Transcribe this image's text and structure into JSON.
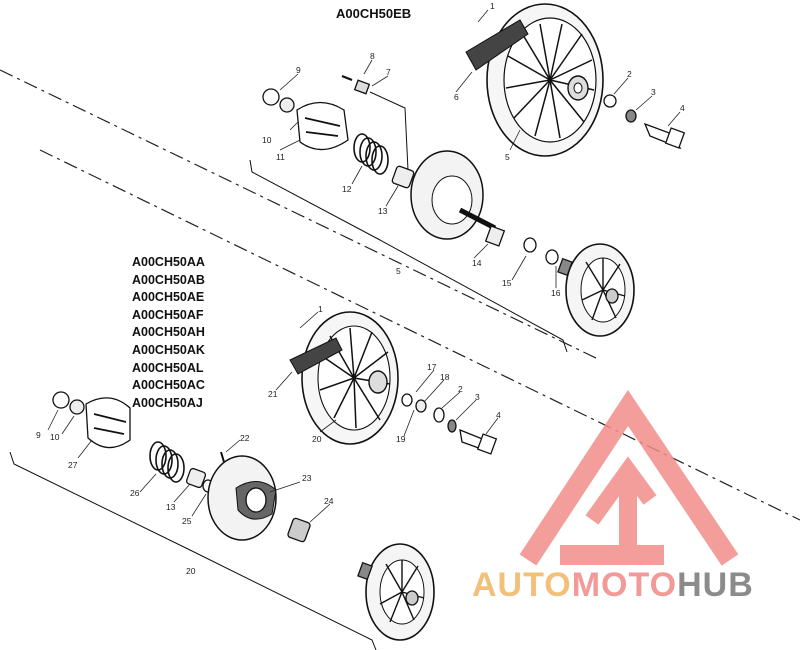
{
  "diagram": {
    "title": "A00CH50EB",
    "model_codes": [
      "A00CH50AA",
      "A00CH50AB",
      "A00CH50AE",
      "A00CH50AF",
      "A00CH50AH",
      "A00CH50AK",
      "A00CH50AL",
      "A00CH50AC",
      "A00CH50AJ"
    ],
    "upper_callouts": [
      "1",
      "2",
      "3",
      "4",
      "5",
      "6",
      "7",
      "8",
      "9",
      "10",
      "11",
      "12",
      "13",
      "14",
      "15",
      "16",
      "5"
    ],
    "lower_callouts": [
      "1",
      "17",
      "18",
      "2",
      "3",
      "4",
      "19",
      "20",
      "21",
      "9",
      "10",
      "27",
      "22",
      "23",
      "24",
      "26",
      "13",
      "25",
      "20"
    ],
    "group_label_upper": "5",
    "group_label_lower": "20"
  },
  "watermark": {
    "text_part1": "AUTO",
    "text_part2": "MOTO",
    "text_part3": "HUB",
    "colors": {
      "part1": "#f3c07a",
      "part2": "#f29a97",
      "part3": "#8b8b8b",
      "logo": "#f28e8a"
    }
  }
}
